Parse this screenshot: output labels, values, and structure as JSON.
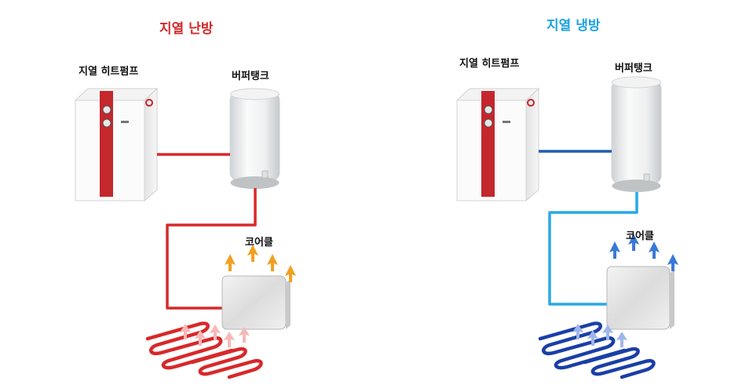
{
  "heating": {
    "title": "지열 난방",
    "title_color": "#d42a2a",
    "pipe_color": "#d8282a",
    "arrow_color": "#f0a020",
    "floor_arrow_color": "#f6b8b8",
    "heatpump_label": "지열 히트펌프",
    "buffer_tank_label": "버퍼탱크",
    "coil_label": "코어클"
  },
  "cooling": {
    "title": "지열 냉방",
    "title_color": "#1ea3de",
    "pipe_link_color": "#1e5cb3",
    "pipe_color": "#28a9e6",
    "floor_pipe_color": "#1a3fa6",
    "arrow_color": "#3a78d8",
    "floor_arrow_color": "#9fb6ea",
    "heatpump_label": "지열 히트펌프",
    "buffer_tank_label": "버퍼탱크",
    "coil_label": "코어클"
  },
  "icons": {
    "heatpump": "heat-pump-unit-icon",
    "tank": "buffer-tank-icon",
    "radiator": "fan-coil-unit-icon",
    "floor": "floor-heating-coil-icon"
  }
}
